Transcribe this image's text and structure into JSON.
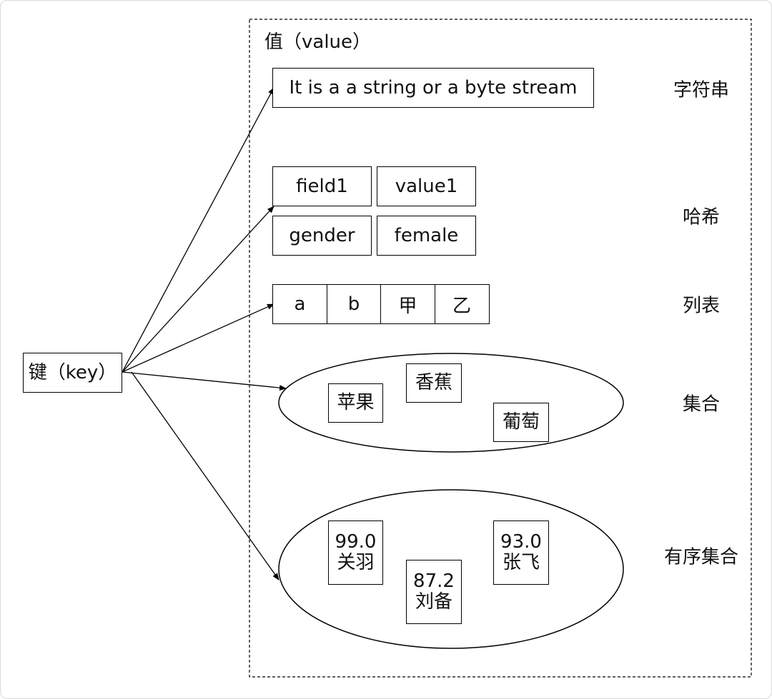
{
  "key_label": "键（key）",
  "value_title": "值（value）",
  "string": {
    "type_label": "字符串",
    "text": "It is a a string or a byte stream"
  },
  "hash": {
    "type_label": "哈希",
    "pairs": [
      {
        "field": "field1",
        "value": "value1"
      },
      {
        "field": "gender",
        "value": "female"
      }
    ]
  },
  "list": {
    "type_label": "列表",
    "items": [
      "a",
      "b",
      "甲",
      "乙"
    ]
  },
  "set": {
    "type_label": "集合",
    "members": [
      "苹果",
      "香蕉",
      "葡萄"
    ]
  },
  "sorted_set": {
    "type_label": "有序集合",
    "members": [
      {
        "score": "99.0",
        "member": "关羽"
      },
      {
        "score": "87.2",
        "member": "刘备"
      },
      {
        "score": "93.0",
        "member": "张飞"
      }
    ]
  }
}
